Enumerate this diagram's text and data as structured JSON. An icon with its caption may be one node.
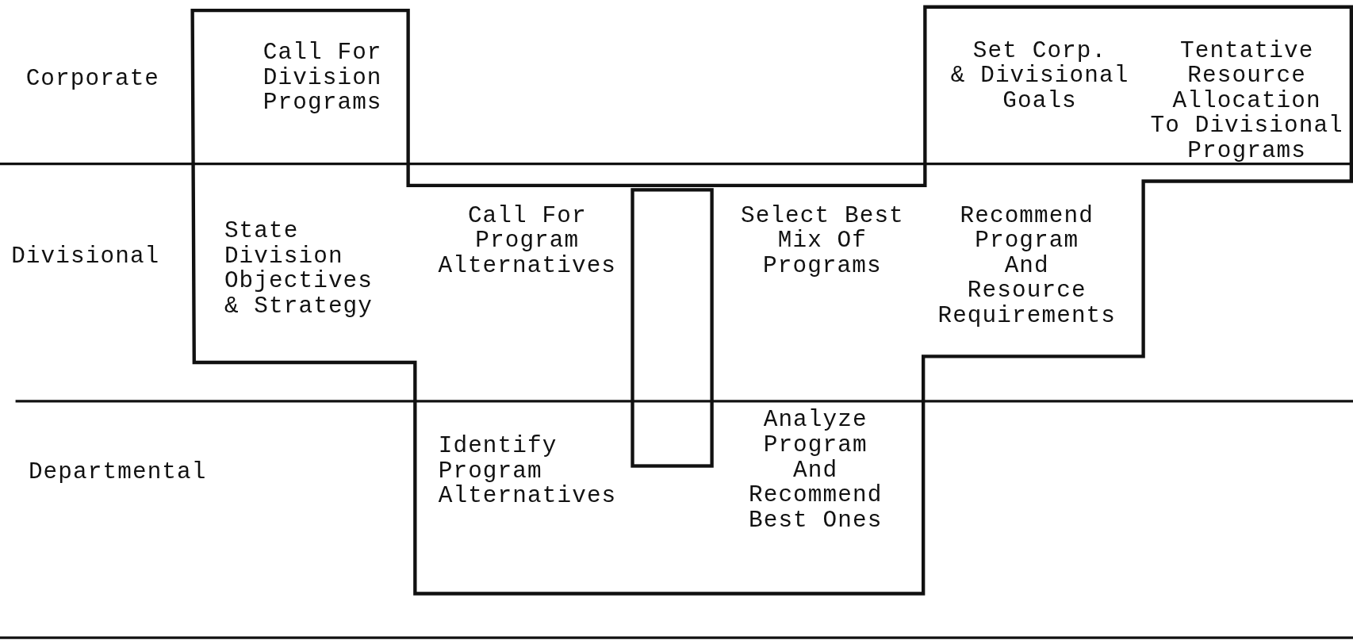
{
  "diagram": {
    "labels": [
      "Corporate",
      "Call For Division Programs",
      "Set Corp. & Divisional Goals",
      "Tentative Resource Allocation To Divisional Programs",
      "Divisional",
      "State Division Objectives & Strategy",
      "Call For Program Alternatives",
      "Select Best Mix Of Programs",
      "Recommend Program And Resource Requirements",
      "Departmental",
      "Identify Program Alternatives",
      "Analyze Program And Recommend Best Ones"
    ]
  }
}
